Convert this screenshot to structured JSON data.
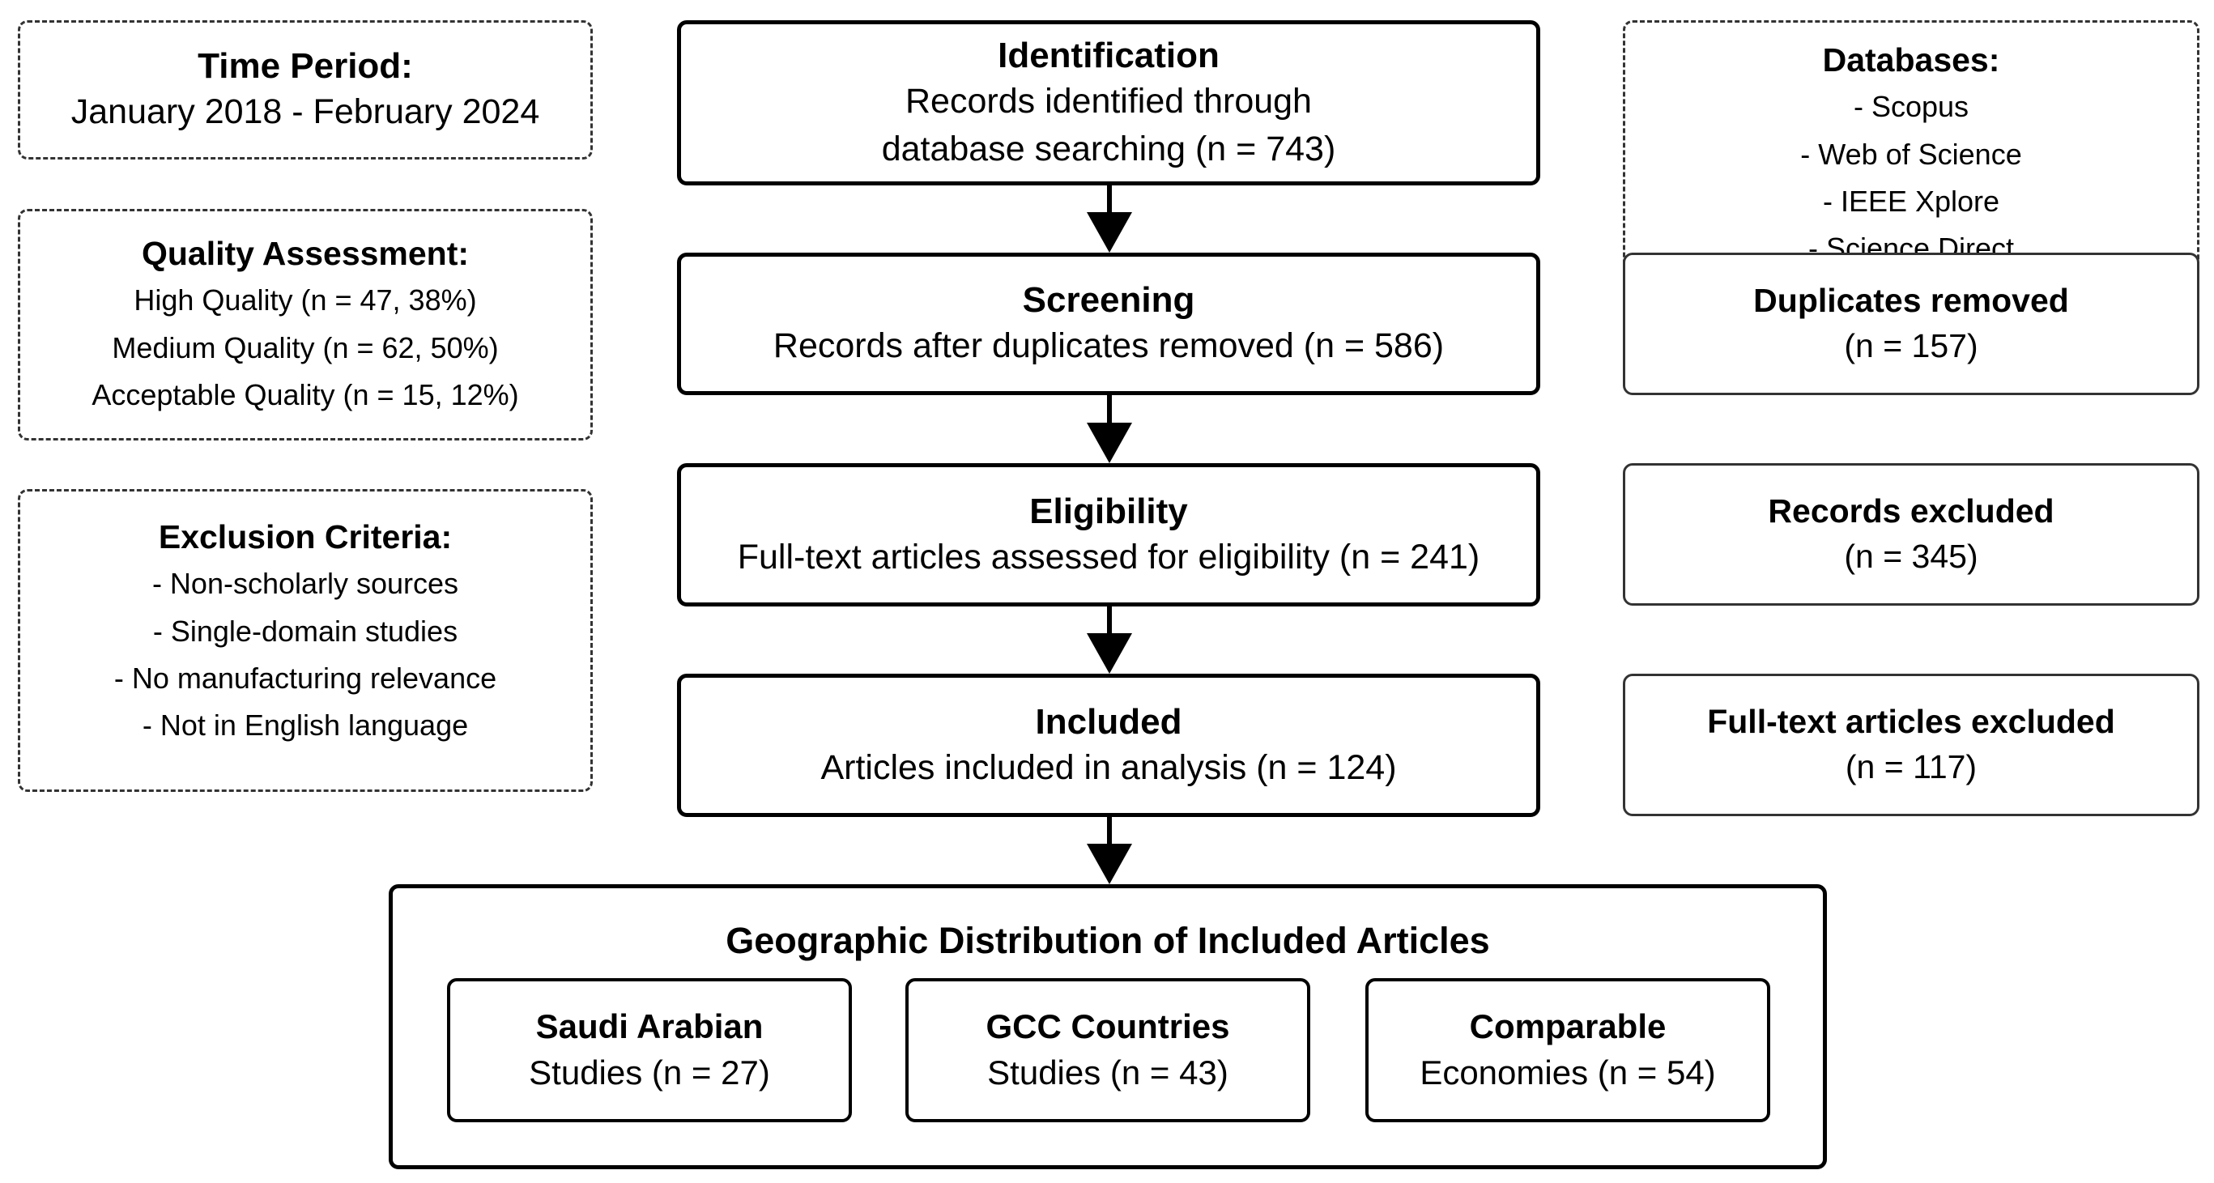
{
  "time_period": {
    "title": "Time Period:",
    "value": "January 2018 - February 2024"
  },
  "quality": {
    "title": "Quality Assessment:",
    "items": [
      "High Quality (n = 47, 38%)",
      "Medium Quality (n = 62, 50%)",
      "Acceptable Quality (n = 15, 12%)"
    ]
  },
  "exclusion": {
    "title": "Exclusion Criteria:",
    "items": [
      "- Non-scholarly sources",
      "- Single-domain studies",
      "- No manufacturing relevance",
      "- Not in English language"
    ]
  },
  "databases": {
    "title": "Databases:",
    "items": [
      "- Scopus",
      "- Web of Science",
      "- IEEE Xplore",
      "- Science Direct"
    ]
  },
  "flow": {
    "identification": {
      "title": "Identification",
      "lines": [
        "Records identified through",
        "database searching (n = 743)"
      ]
    },
    "screening": {
      "title": "Screening",
      "lines": [
        "Records after duplicates removed (n = 586)"
      ]
    },
    "eligibility": {
      "title": "Eligibility",
      "lines": [
        "Full-text articles assessed for eligibility (n = 241)"
      ]
    },
    "included": {
      "title": "Included",
      "lines": [
        "Articles included in analysis (n = 124)"
      ]
    }
  },
  "exclusions": {
    "duplicates": {
      "title": "Duplicates removed",
      "value": "(n = 157)"
    },
    "records": {
      "title": "Records excluded",
      "value": "(n = 345)"
    },
    "fulltext": {
      "title": "Full-text articles excluded",
      "value": "(n = 117)"
    }
  },
  "geographic": {
    "title": "Geographic Distribution of Included Articles",
    "groups": [
      {
        "title": "Saudi Arabian",
        "value": "Studies (n = 27)"
      },
      {
        "title": "GCC Countries",
        "value": "Studies (n = 43)"
      },
      {
        "title": "Comparable",
        "value": "Economies (n = 54)"
      }
    ]
  },
  "colors": {
    "stroke": "#000000",
    "dashed": "#333333",
    "background": "#ffffff"
  }
}
